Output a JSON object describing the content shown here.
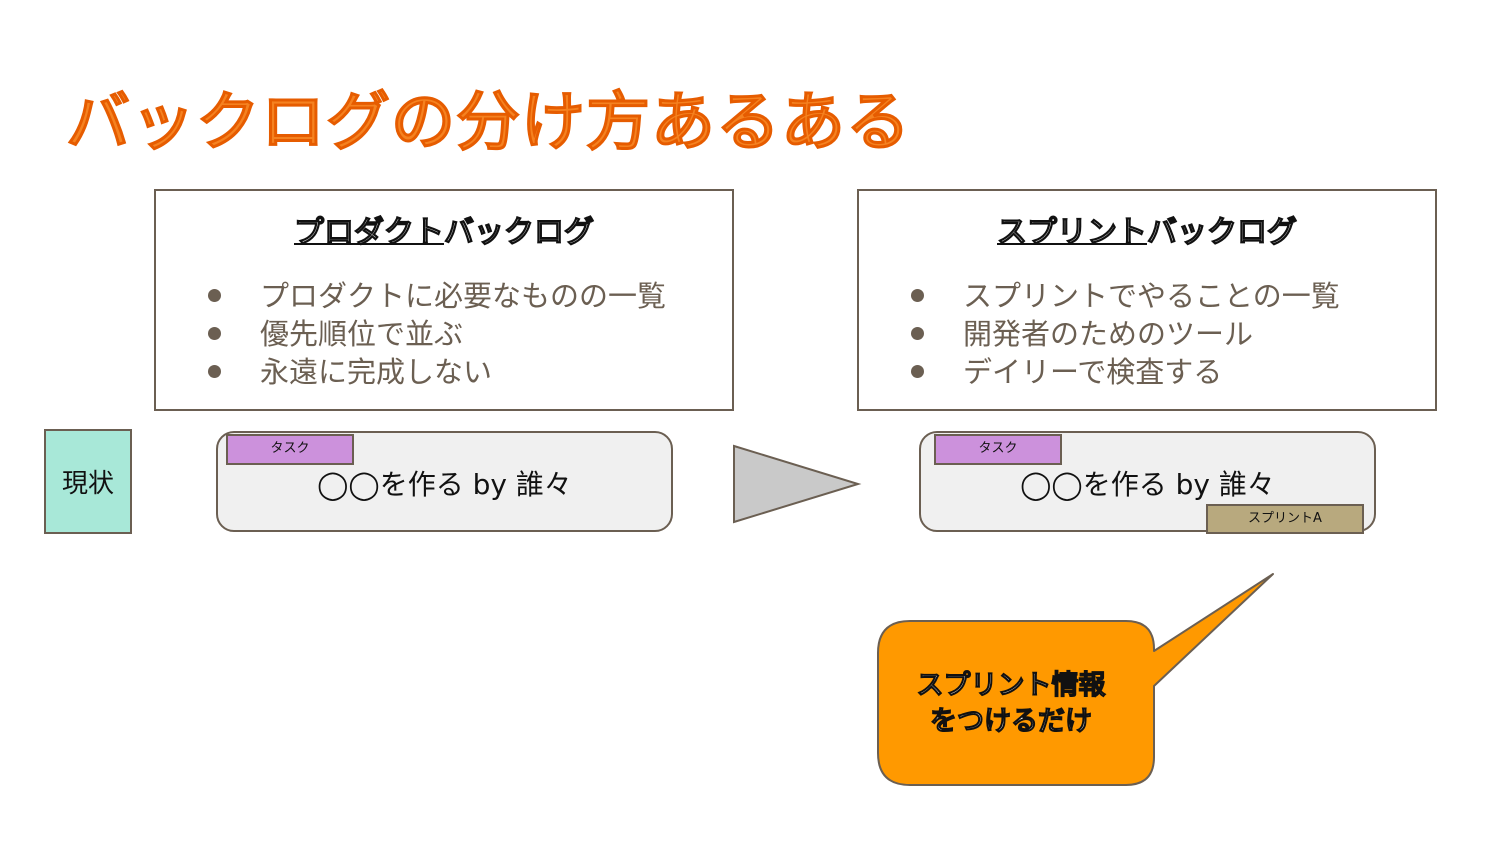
{
  "title": "バックログの分け方あるある",
  "product_backlog": {
    "title_part1": "プロダクト",
    "title_part2": "バックログ",
    "items": [
      "プロダクトに必要なものの一覧",
      "優先順位で並ぶ",
      "永遠に完成しない"
    ]
  },
  "sprint_backlog": {
    "title_part1": "スプリント",
    "title_part2": "バックログ",
    "items": [
      "スプリントでやることの一覧",
      "開発者のためのツール",
      "デイリーで検査する"
    ]
  },
  "current_label": "現状",
  "card_left": {
    "tag": "タスク",
    "text": "◯◯を作る by 誰々"
  },
  "card_right": {
    "tag": "タスク",
    "text": "◯◯を作る by 誰々",
    "sprint_tag": "スプリントA"
  },
  "callout": {
    "line1": "スプリント情報",
    "line2": "をつけるだけ"
  },
  "colors": {
    "title": "#f58220",
    "callout": "#ff9900",
    "task_tag": "#cc91dc",
    "sprint_tag": "#b8a97e",
    "current": "#a8e8d8",
    "text": "#6b5f52"
  }
}
